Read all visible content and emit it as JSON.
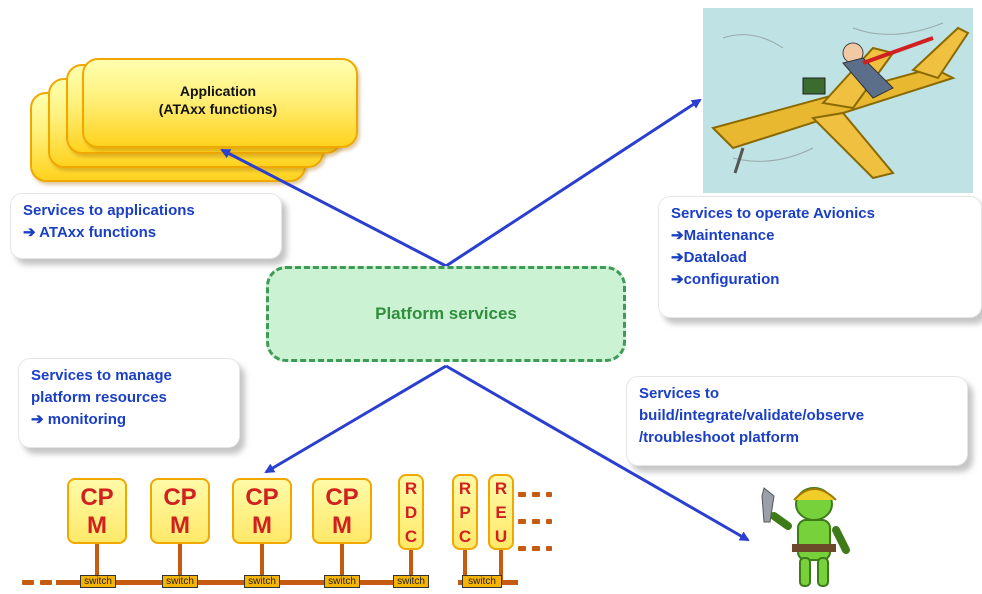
{
  "application": {
    "line1": "Application",
    "line2": "(ATAxx functions)"
  },
  "platform": {
    "label": "Platform services"
  },
  "callouts": {
    "applications": [
      "Services to applications",
      "➔ ATAxx functions"
    ],
    "avionics": [
      "Services to operate Avionics",
      "➔Maintenance",
      "➔Dataload",
      "➔configuration"
    ],
    "resources": [
      "Services to manage",
      "platform resources",
      "➔ monitoring"
    ],
    "build": [
      "Services to",
      "build/integrate/validate/observe",
      "/troubleshoot platform"
    ]
  },
  "modules": {
    "cpm": [
      [
        "CP",
        "M"
      ],
      [
        "CP",
        "M"
      ],
      [
        "CP",
        "M"
      ],
      [
        "CP",
        "M"
      ]
    ],
    "rdc": [
      "R",
      "D",
      "C"
    ],
    "rpc": [
      "R",
      "P",
      "C"
    ],
    "reu": [
      "R",
      "E",
      "U"
    ]
  },
  "switches": [
    "switch",
    "switch",
    "switch",
    "switch",
    "switch",
    "switch"
  ],
  "colors": {
    "service_text": "#1a3fc4",
    "arrow": "#2a3fcf",
    "platform_fill": "#ccf2d4",
    "platform_border": "#3f9a57",
    "module_text": "#d02020",
    "bus": "#c55a11"
  }
}
